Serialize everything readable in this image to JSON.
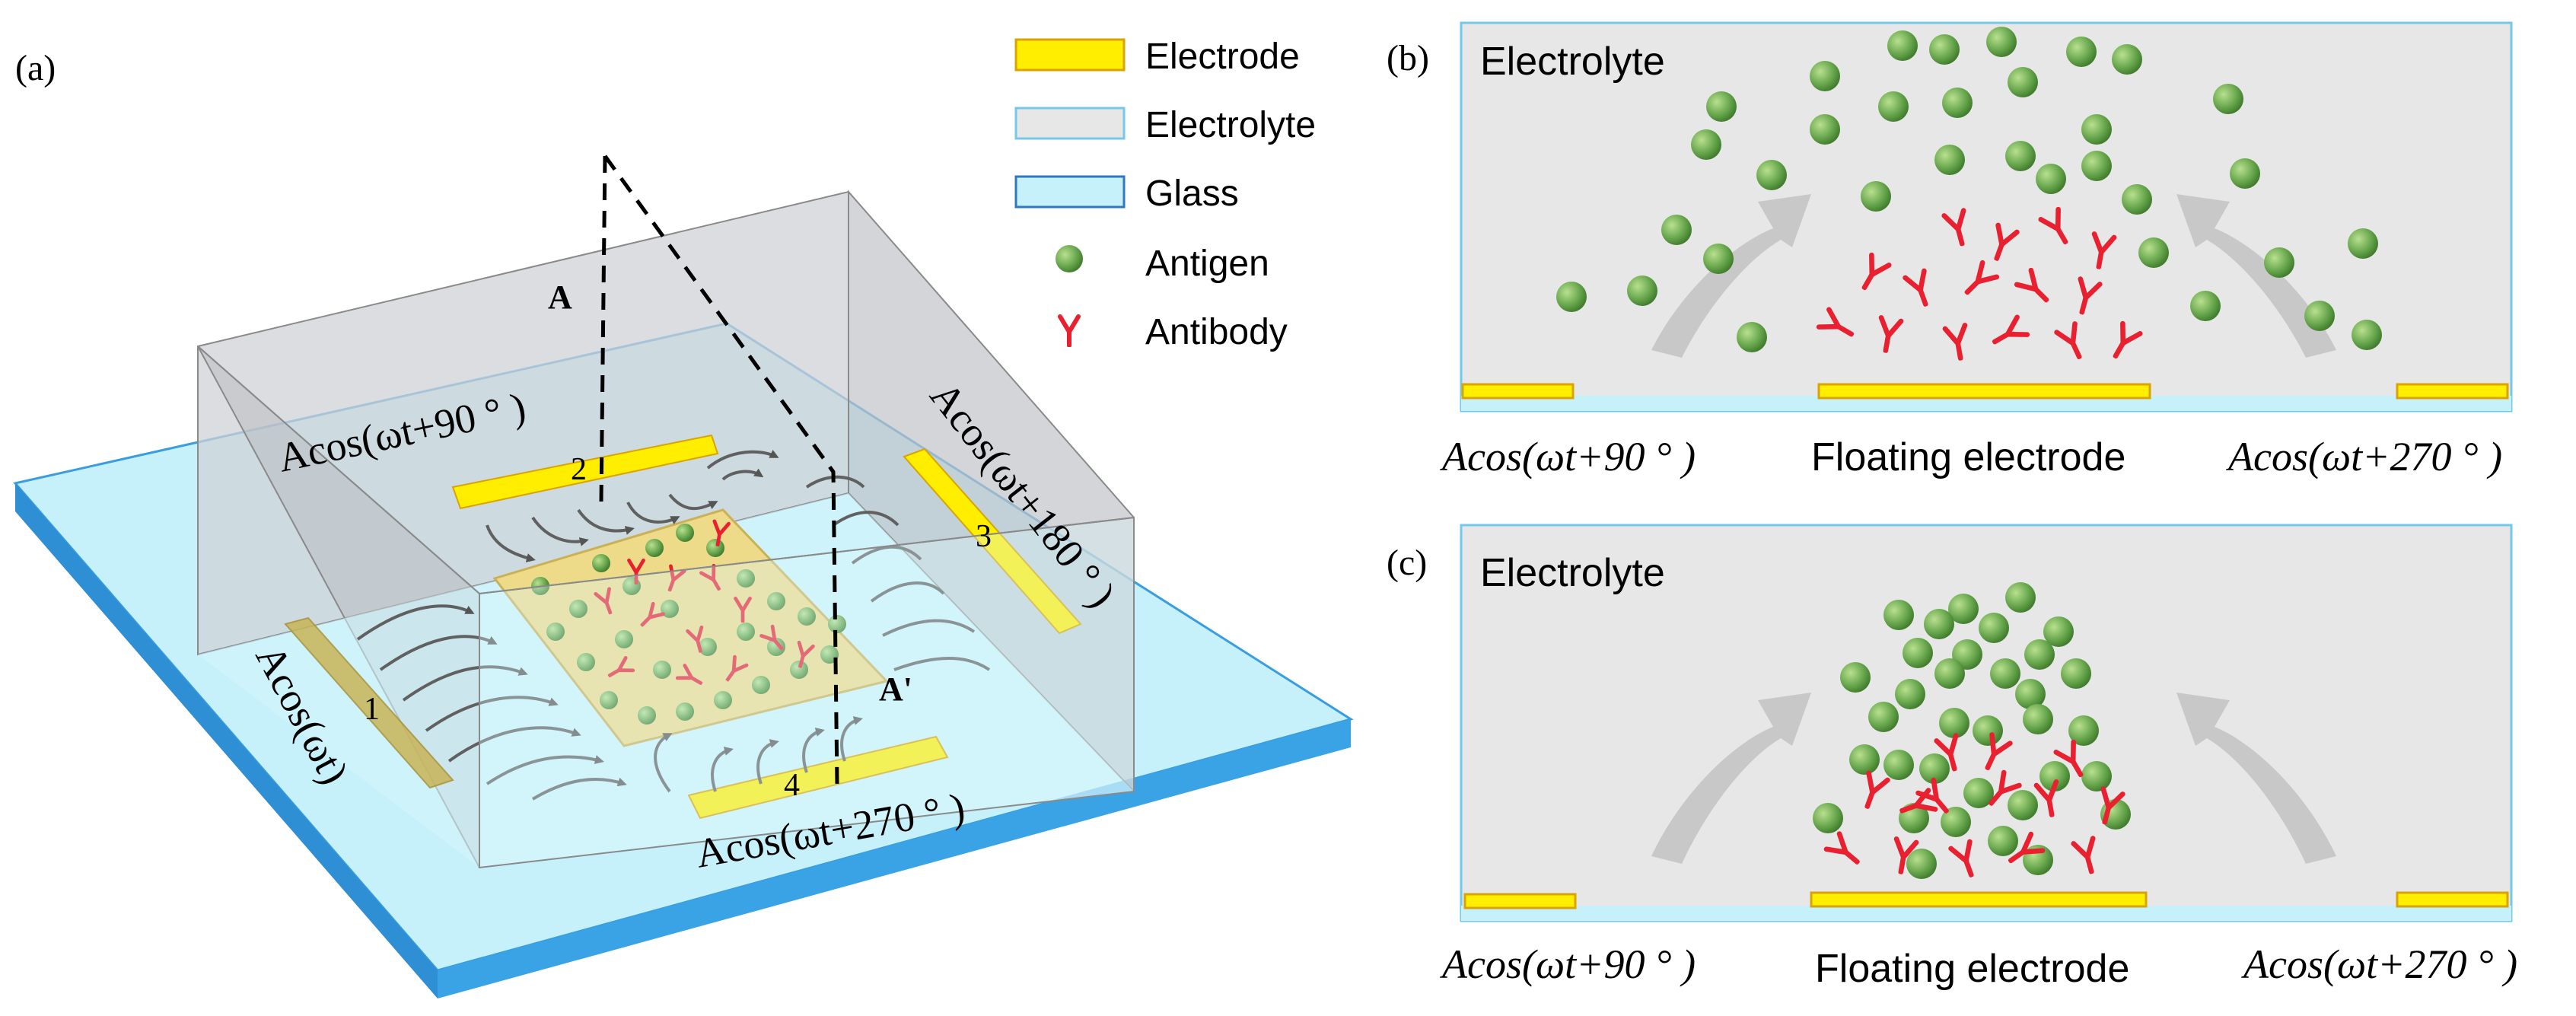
{
  "panels": {
    "a": {
      "label": "(a)",
      "section_label_A": "A",
      "section_label_A2": "A'",
      "electrodes": [
        {
          "number": "1",
          "signal": "Acos(ωt)"
        },
        {
          "number": "2",
          "signal": "Acos(ωt+90 ° )"
        },
        {
          "number": "3",
          "signal": "Acos(ωt+180 ° )"
        },
        {
          "number": "4",
          "signal": "Acos(ωt+270 ° )"
        }
      ]
    },
    "b": {
      "label": "(b)",
      "region": "Electrolyte",
      "left_signal": "Acos(ωt+90 ° )",
      "center_label": "Floating electrode",
      "right_signal": "Acos(ωt+270 ° )"
    },
    "c": {
      "label": "(c)",
      "region": "Electrolyte",
      "left_signal": "Acos(ωt+90 ° )",
      "center_label": "Floating electrode",
      "right_signal": "Acos(ωt+270 ° )"
    }
  },
  "legend": [
    {
      "label": "Electrode",
      "swatch": "electrode"
    },
    {
      "label": "Electrolyte",
      "swatch": "electrolyte"
    },
    {
      "label": "Glass",
      "swatch": "glass"
    },
    {
      "label": "Antigen",
      "swatch": "antigen"
    },
    {
      "label": "Antibody",
      "swatch": "antibody"
    }
  ],
  "colors": {
    "electrode": "#ffee00",
    "electrode_border": "#d9a400",
    "electrolyte": "#e7e7e7",
    "glass_top": "#c6f1fb",
    "glass_side": "#3a9de0",
    "antigen": "#6aa84f",
    "antibody": "#e8202f",
    "arrow": "#c8c8c8",
    "panel_border": "#74c8ea"
  }
}
